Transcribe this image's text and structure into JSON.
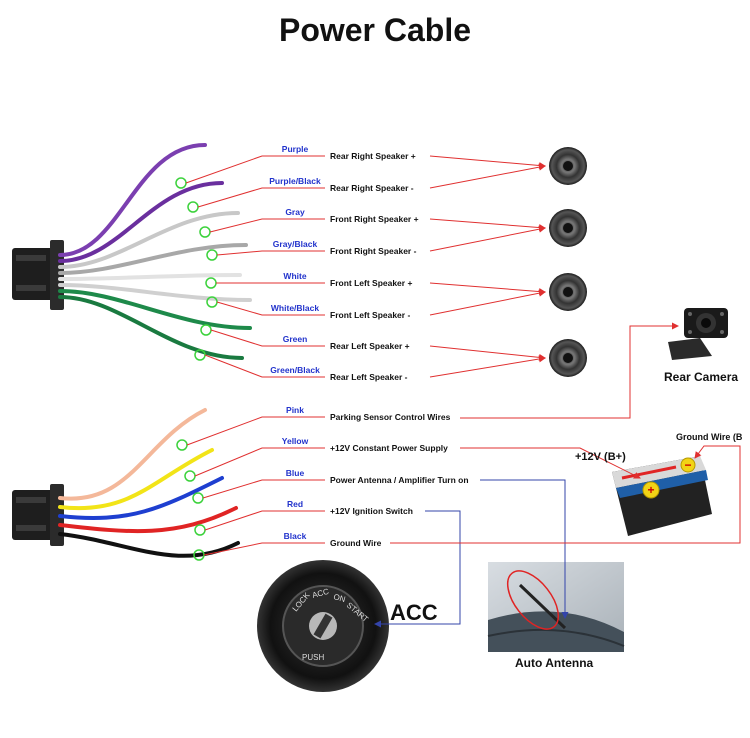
{
  "title": "Power Cable",
  "top_wires": [
    {
      "name": "Purple",
      "desc": "Rear Right Speaker +",
      "color": "#7b3fb0"
    },
    {
      "name": "Purple/Black",
      "desc": "Rear Right Speaker -",
      "color": "#6a2f9e"
    },
    {
      "name": "Gray",
      "desc": "Front Right Speaker +",
      "color": "#c8c8c8"
    },
    {
      "name": "Gray/Black",
      "desc": "Front Right Speaker -",
      "color": "#a8a8a8"
    },
    {
      "name": "White",
      "desc": "Front Left Speaker +",
      "color": "#e2e2e2"
    },
    {
      "name": "White/Black",
      "desc": "Front Left Speaker -",
      "color": "#d0d0d0"
    },
    {
      "name": "Green",
      "desc": "Rear Left Speaker +",
      "color": "#1e8a4a"
    },
    {
      "name": "Green/Black",
      "desc": "Rear Left Speaker -",
      "color": "#1a7a40"
    }
  ],
  "bottom_wires": [
    {
      "name": "Pink",
      "desc": "Parking Sensor Control Wires",
      "color": "#f4b89a"
    },
    {
      "name": "Yellow",
      "desc": "+12V Constant Power Supply",
      "color": "#f2e418"
    },
    {
      "name": "Blue",
      "desc": "Power Antenna / Amplifier Turn on",
      "color": "#1e3fd0"
    },
    {
      "name": "Red",
      "desc": "+12V Ignition Switch",
      "color": "#e02424"
    },
    {
      "name": "Black",
      "desc": "Ground Wire",
      "color": "#111111"
    }
  ],
  "labels": {
    "rear_camera": "Rear Camera",
    "auto_antenna": "Auto Antenna",
    "acc": "ACC",
    "battery_plus": "+12V  (B+)",
    "ground_wire": "Ground Wire (B"
  },
  "ignition_text": {
    "lock": "LOCK",
    "acc": "ACC",
    "on": "ON",
    "start": "START",
    "push": "PUSH"
  },
  "icons": [
    "speaker-icon",
    "camera-icon",
    "battery-icon",
    "ignition-key-icon",
    "antenna-photo"
  ]
}
